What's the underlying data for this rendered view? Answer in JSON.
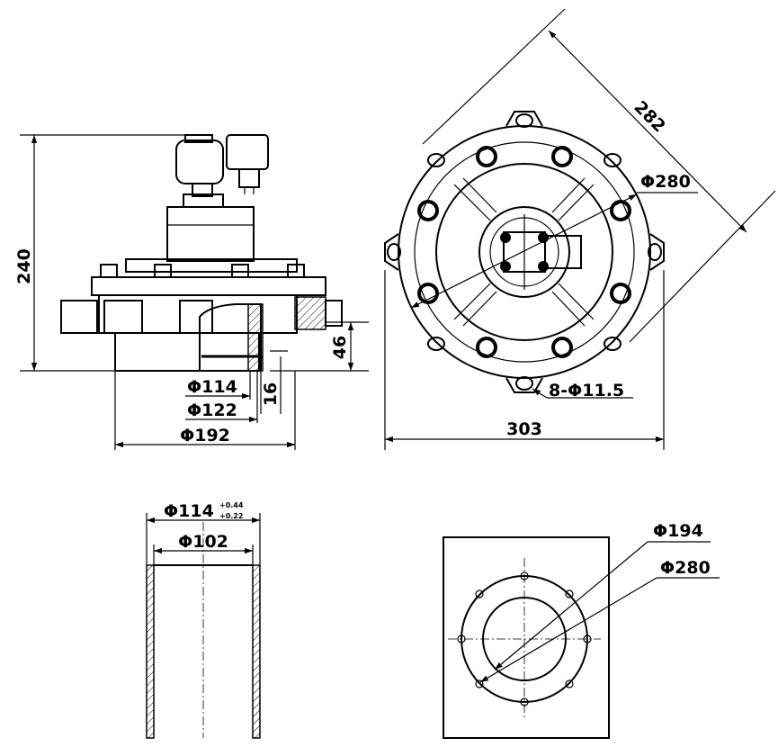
{
  "dimensions": {
    "height_total": "240",
    "flange_height": "46",
    "pipe_d114": "Φ114",
    "pipe_d122": "Φ122",
    "gap_16": "16",
    "body_d192": "Φ192",
    "diag_282": "282",
    "bolt_circle_280": "Φ280",
    "holes_label": "8-Φ11.5",
    "width_303": "303",
    "tube_outer": "Φ114",
    "tube_tol_upper": "+0.44",
    "tube_tol_lower": "+0.22",
    "tube_inner": "Φ102",
    "plate_hole_194": "Φ194",
    "plate_bolt_280": "Φ280"
  }
}
